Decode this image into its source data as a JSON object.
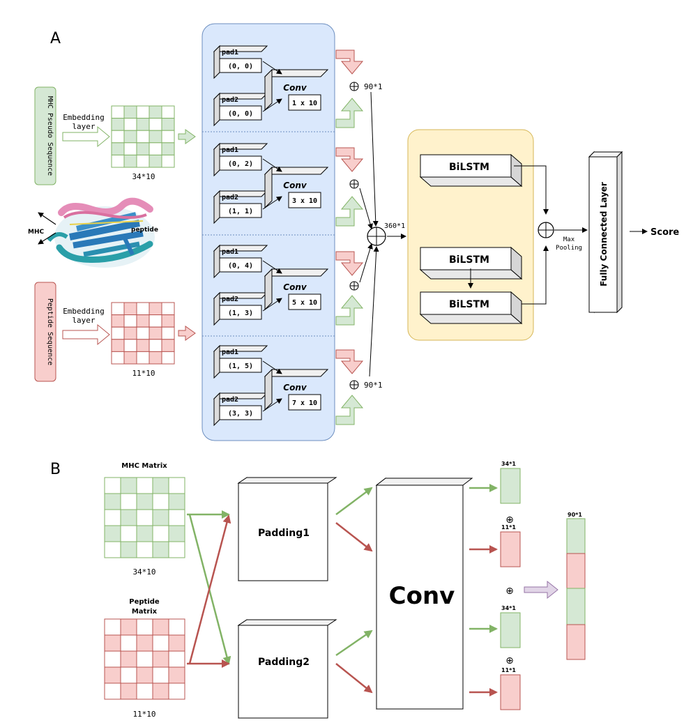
{
  "panel_a": {
    "letter": "A",
    "mhc_sequence_label": "MHC Pseudo Sequence",
    "peptide_sequence_label": "Peptide Sequence",
    "embedding_label_line1": "Embedding",
    "embedding_label_line2": "layer",
    "mhc_matrix_size": "34*10",
    "peptide_matrix_size": "11*10",
    "structure_mhc": "MHC",
    "structure_peptide": "peptide",
    "conv_groups": [
      {
        "pad1_value": "(0, 0)",
        "pad2_value": "(0, 0)",
        "kernel": "1 x 10"
      },
      {
        "pad1_value": "(0, 2)",
        "pad2_value": "(1, 1)",
        "kernel": "3 x 10"
      },
      {
        "pad1_value": "(0, 4)",
        "pad2_value": "(1, 3)",
        "kernel": "5 x 10"
      },
      {
        "pad1_value": "(1, 5)",
        "pad2_value": "(3, 3)",
        "kernel": "7 x 10"
      }
    ],
    "pad1_label": "pad1",
    "pad2_label": "pad2",
    "conv_label": "Conv",
    "size_90_top": "90*1",
    "size_90_bottom": "90*1",
    "size_360": "360*1",
    "bilstm_label": "BiLSTM",
    "max_pooling_line1": "Max",
    "max_pooling_line2": "Pooling",
    "fc_label": "Fully Connected Layer",
    "score_label": "Score"
  },
  "panel_b": {
    "letter": "B",
    "mhc_matrix_label": "MHC Matrix",
    "mhc_matrix_size": "34*10",
    "peptide_matrix_label_line1": "Peptide",
    "peptide_matrix_label_line2": "Matrix",
    "peptide_matrix_size": "11*10",
    "padding1_label": "Padding1",
    "padding2_label": "Padding2",
    "conv_label": "Conv",
    "out_34_a": "34*1",
    "out_11_a": "11*1",
    "out_34_b": "34*1",
    "out_11_b": "11*1",
    "out_90": "90*1",
    "oplus": "⊕"
  },
  "colors": {
    "green_fill": "#d5e8d4",
    "green_stroke": "#82b366",
    "red_fill": "#f8cecc",
    "red_stroke": "#b85450",
    "blue_panel": "#dae8fc",
    "blue_stroke": "#6c8ebf",
    "yellow_panel": "#fff2cc",
    "yellow_stroke": "#d6b656",
    "purple_fill": "#e1d5e7",
    "purple_stroke": "#9673a6"
  }
}
